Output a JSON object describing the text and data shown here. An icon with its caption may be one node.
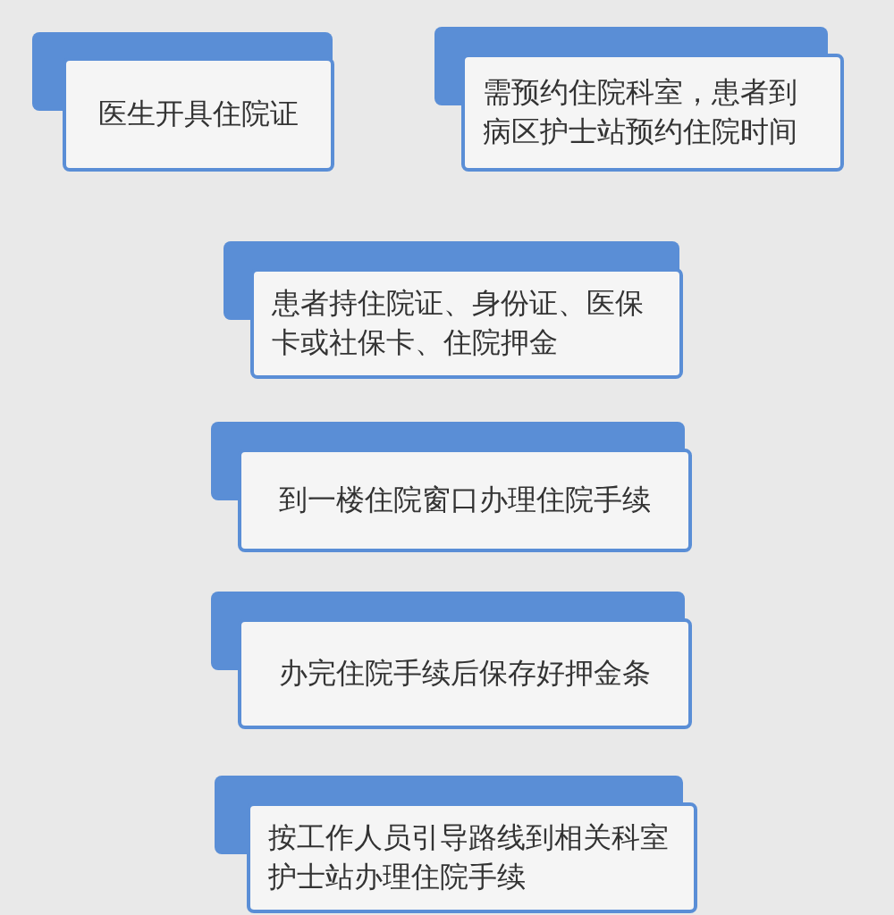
{
  "diagram": {
    "nodes": [
      {
        "text": [
          "医生开具住院证"
        ]
      },
      {
        "text": [
          "需预约住院科室，患者到病区护士站预约住院时间"
        ]
      },
      {
        "text": [
          "患者持住院证、身份证、医保卡或社保卡、住院押金"
        ]
      },
      {
        "text": [
          "到一楼住院窗口办理住院手续"
        ]
      },
      {
        "text": [
          "办完住院手续后保存好押金条"
        ]
      },
      {
        "text": [
          "按工作人员引导路线到相关科室护士站办理住院手续"
        ]
      }
    ],
    "edges": []
  }
}
